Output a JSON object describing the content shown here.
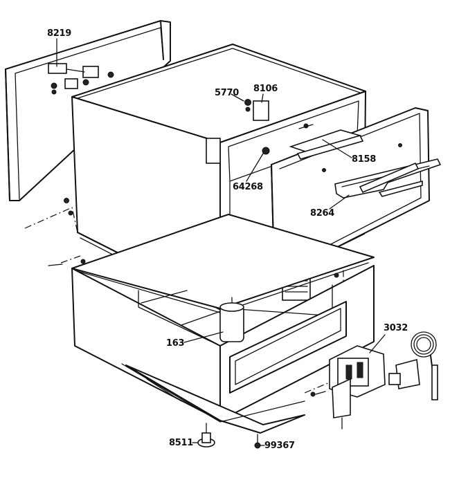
{
  "diagram": {
    "labels": {
      "p8219": "8219",
      "p5770": "5770",
      "p8106": "8106",
      "p8158": "8158",
      "p64268": "64268",
      "p8264": "8264",
      "p163": "163",
      "p3032": "3032",
      "p8511": "8511",
      "p99367": "99367"
    }
  }
}
